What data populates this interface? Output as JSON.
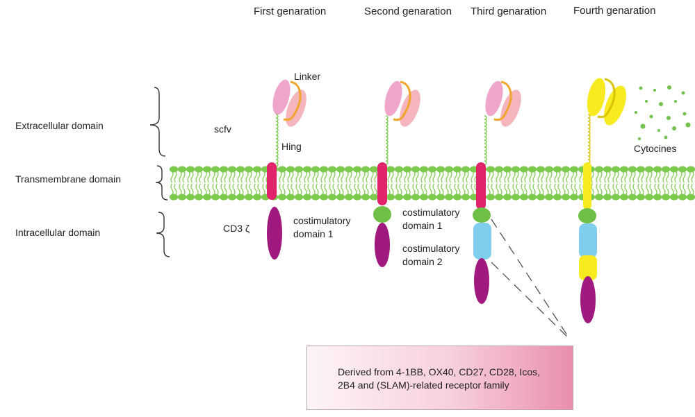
{
  "generations": [
    {
      "label": "First genaration"
    },
    {
      "label": "Second genaration"
    },
    {
      "label": "Third genaration"
    },
    {
      "label": "Fourth genaration"
    }
  ],
  "domains": {
    "extracellular": "Extracellular domain",
    "transmembrane": "Transmembrane domain",
    "intracellular": "Intracellular domain"
  },
  "labels": {
    "scfv": "scfv",
    "linker": "Linker",
    "hinge": "Hing",
    "cd3z": "CD3 ζ",
    "cytokines": "Cytocines",
    "costim1_first": [
      "costimulatory",
      "domain 1"
    ],
    "costim1_second": [
      "costimulatory",
      "domain 1"
    ],
    "costim2_second": [
      "costimulatory",
      "domain 2"
    ]
  },
  "info_box": {
    "lines": [
      "Derived from 4-1BB, OX40, CD27, CD28, Icos,",
      "2B4 and (SLAM)-related receptor family"
    ]
  },
  "colors": {
    "membrane": "#7ccb4f",
    "scfv_heavy": "#f0a6cc",
    "scfv_light": "#f5b5bc",
    "linker": "#f0a52a",
    "hinge": "#7ccb4f",
    "transmembrane": "#e0236a",
    "cd3z": "#a0197e",
    "costim1": "#6fbe45",
    "costim2": "#7fcfec",
    "fourth_gen": "#f7ea1e",
    "cytokines": "#72c14c"
  }
}
